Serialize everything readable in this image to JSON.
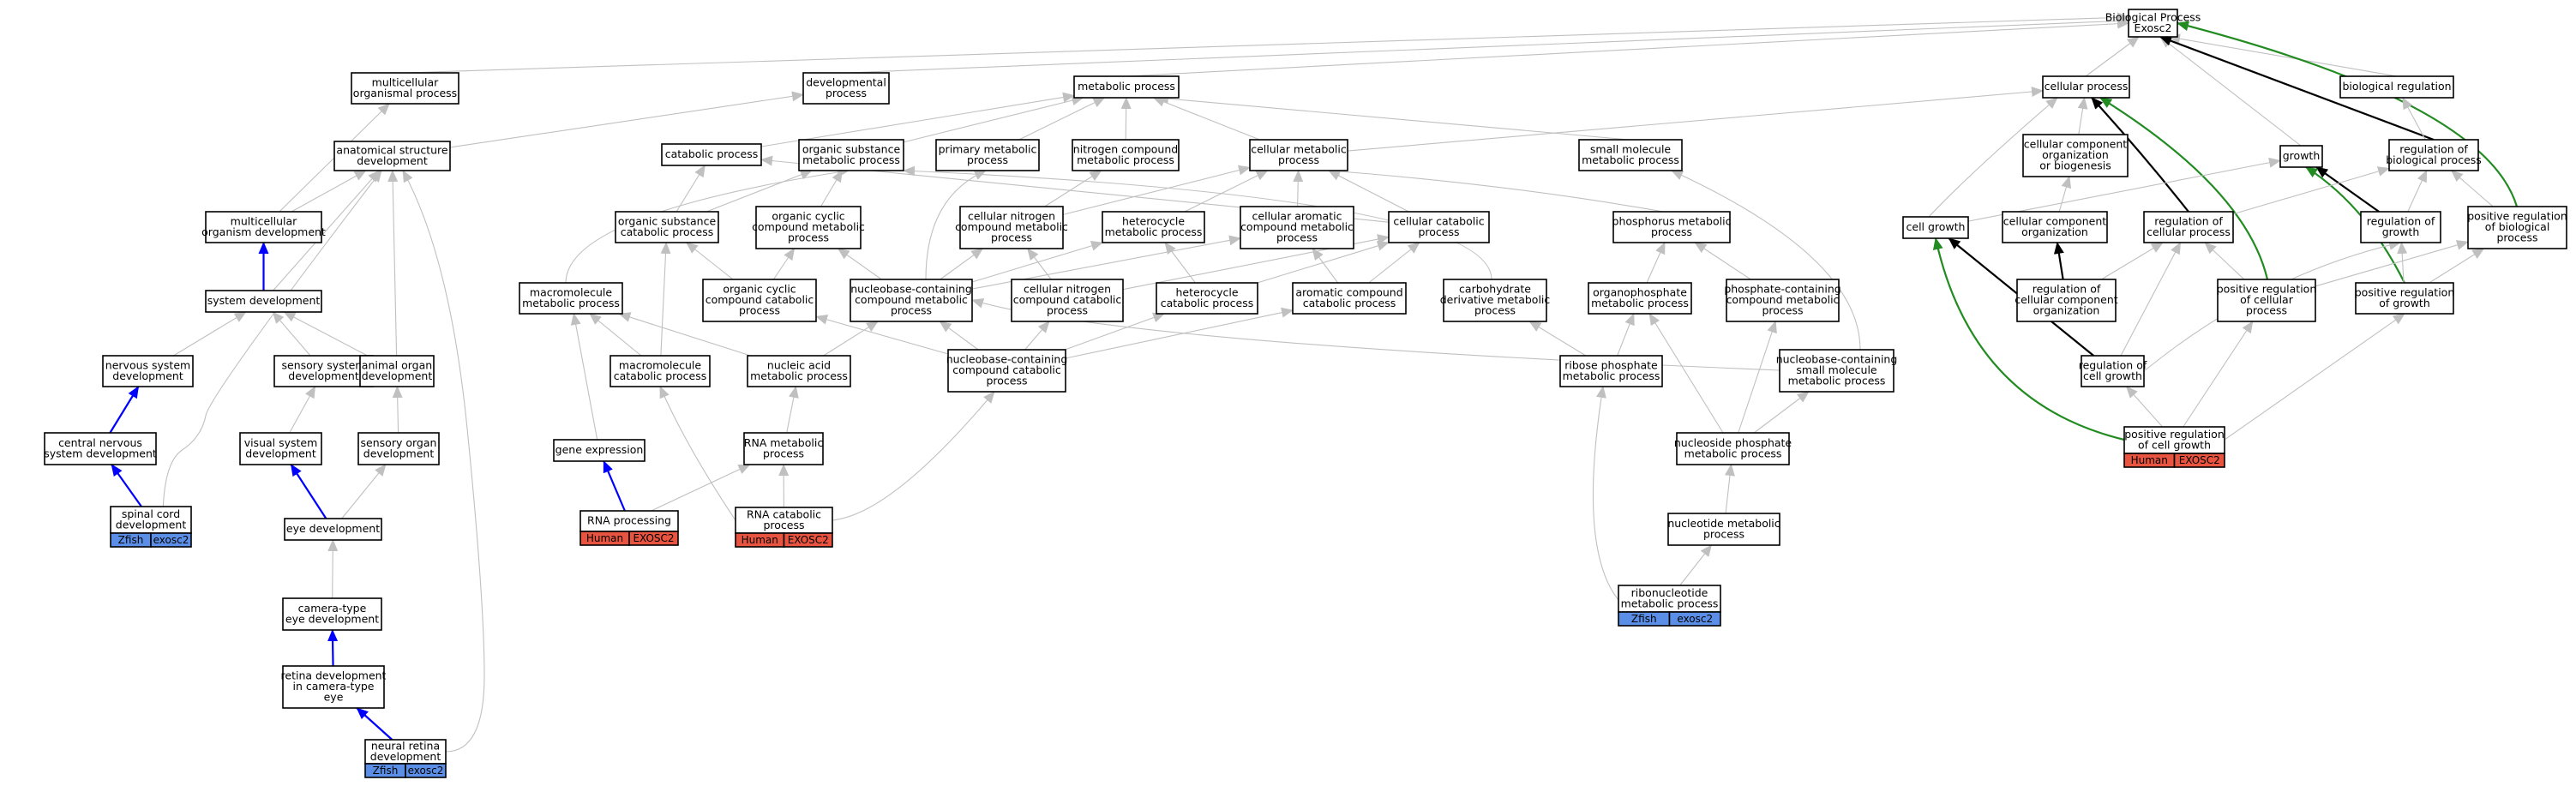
{
  "colors": {
    "edge_default": "#c0c0c0",
    "edge_blue": "#0000ff",
    "edge_black": "#000000",
    "edge_green": "#228b22",
    "badge_human": "#e8543f",
    "badge_zfish": "#5b8ee6"
  },
  "nodes": [
    {
      "id": "bp",
      "lines": [
        "Biological Process",
        "Exosc2"
      ]
    },
    {
      "id": "multicell",
      "lines": [
        "multicellular",
        "organismal process"
      ]
    },
    {
      "id": "devproc",
      "lines": [
        "developmental",
        "process"
      ]
    },
    {
      "id": "metproc",
      "lines": [
        "metabolic process"
      ]
    },
    {
      "id": "cellproc",
      "lines": [
        "cellular process"
      ]
    },
    {
      "id": "bioreg",
      "lines": [
        "biological regulation"
      ]
    },
    {
      "id": "anatdev",
      "lines": [
        "anatomical structure",
        "development"
      ]
    },
    {
      "id": "catab",
      "lines": [
        "catabolic process"
      ]
    },
    {
      "id": "orgsubmet",
      "lines": [
        "organic substance",
        "metabolic process"
      ]
    },
    {
      "id": "primmet",
      "lines": [
        "primary metabolic",
        "process"
      ]
    },
    {
      "id": "nitromet",
      "lines": [
        "nitrogen compound",
        "metabolic process"
      ]
    },
    {
      "id": "cellmet",
      "lines": [
        "cellular metabolic",
        "process"
      ]
    },
    {
      "id": "smallmol",
      "lines": [
        "small molecule",
        "metabolic process"
      ]
    },
    {
      "id": "ccorg",
      "lines": [
        "cellular component",
        "organization",
        "or biogenesis"
      ]
    },
    {
      "id": "growth",
      "lines": [
        "growth"
      ]
    },
    {
      "id": "regbio",
      "lines": [
        "regulation of",
        "biological process"
      ]
    },
    {
      "id": "multidev",
      "lines": [
        "multicellular",
        "organism development"
      ]
    },
    {
      "id": "orgsubcat",
      "lines": [
        "organic substance",
        "catabolic process"
      ]
    },
    {
      "id": "orgcyc",
      "lines": [
        "organic cyclic",
        "compound metabolic",
        "process"
      ]
    },
    {
      "id": "cellnitro",
      "lines": [
        "cellular nitrogen",
        "compound metabolic",
        "process"
      ]
    },
    {
      "id": "hetero",
      "lines": [
        "heterocycle",
        "metabolic process"
      ]
    },
    {
      "id": "cellarom",
      "lines": [
        "cellular aromatic",
        "compound metabolic",
        "process"
      ]
    },
    {
      "id": "cellcat",
      "lines": [
        "cellular catabolic",
        "process"
      ]
    },
    {
      "id": "phosmet",
      "lines": [
        "phosphorus metabolic",
        "process"
      ]
    },
    {
      "id": "cellgrowth",
      "lines": [
        "cell growth"
      ]
    },
    {
      "id": "ccorg2",
      "lines": [
        "cellular component",
        "organization"
      ]
    },
    {
      "id": "regcell",
      "lines": [
        "regulation of",
        "cellular process"
      ]
    },
    {
      "id": "reggrowth",
      "lines": [
        "regulation of",
        "growth"
      ]
    },
    {
      "id": "posregbio",
      "lines": [
        "positive regulation",
        "of biological",
        "process"
      ]
    },
    {
      "id": "sysdev",
      "lines": [
        "system development"
      ]
    },
    {
      "id": "macromet",
      "lines": [
        "macromolecule",
        "metabolic process"
      ]
    },
    {
      "id": "orgcyccat",
      "lines": [
        "organic cyclic",
        "compound catabolic",
        "process"
      ]
    },
    {
      "id": "nucbasemet",
      "lines": [
        "nucleobase-containing",
        "compound metabolic",
        "process"
      ]
    },
    {
      "id": "cellnitrocat",
      "lines": [
        "cellular nitrogen",
        "compound catabolic",
        "process"
      ]
    },
    {
      "id": "heterocat",
      "lines": [
        "heterocycle",
        "catabolic process"
      ]
    },
    {
      "id": "aromcat",
      "lines": [
        "aromatic compound",
        "catabolic process"
      ]
    },
    {
      "id": "carbo",
      "lines": [
        "carbohydrate",
        "derivative metabolic",
        "process"
      ]
    },
    {
      "id": "organophos",
      "lines": [
        "organophosphate",
        "metabolic process"
      ]
    },
    {
      "id": "phoscont",
      "lines": [
        "phosphate-containing",
        "compound metabolic",
        "process"
      ]
    },
    {
      "id": "regccorg",
      "lines": [
        "regulation of",
        "cellular component",
        "organization"
      ]
    },
    {
      "id": "posregcell",
      "lines": [
        "positive regulation",
        "of cellular",
        "process"
      ]
    },
    {
      "id": "posreggrowth",
      "lines": [
        "positive regulation",
        "of growth"
      ]
    },
    {
      "id": "nervdev",
      "lines": [
        "nervous system",
        "development"
      ]
    },
    {
      "id": "sensdev",
      "lines": [
        "sensory system",
        "development"
      ]
    },
    {
      "id": "animorg",
      "lines": [
        "animal organ",
        "development"
      ]
    },
    {
      "id": "macrocat",
      "lines": [
        "macromolecule",
        "catabolic process"
      ]
    },
    {
      "id": "nucacid",
      "lines": [
        "nucleic acid",
        "metabolic process"
      ]
    },
    {
      "id": "nucbasecat",
      "lines": [
        "nucleobase-containing",
        "compound catabolic",
        "process"
      ]
    },
    {
      "id": "ribosephos",
      "lines": [
        "ribose phosphate",
        "metabolic process"
      ]
    },
    {
      "id": "nucbasesmall",
      "lines": [
        "nucleobase-containing",
        "small molecule",
        "metabolic process"
      ]
    },
    {
      "id": "regcellgrowth",
      "lines": [
        "regulation of",
        "cell growth"
      ]
    },
    {
      "id": "cns",
      "lines": [
        "central nervous",
        "system development"
      ]
    },
    {
      "id": "visdev",
      "lines": [
        "visual system",
        "development"
      ]
    },
    {
      "id": "sensorg",
      "lines": [
        "sensory organ",
        "development"
      ]
    },
    {
      "id": "geneexp",
      "lines": [
        "gene expression"
      ]
    },
    {
      "id": "rnamet",
      "lines": [
        "RNA metabolic",
        "process"
      ]
    },
    {
      "id": "nucleoside",
      "lines": [
        "nucleoside phosphate",
        "metabolic process"
      ]
    },
    {
      "id": "posregcellgrowth",
      "lines": [
        "positive regulation",
        "of cell growth"
      ],
      "badge": [
        "Human",
        "EXOSC2"
      ],
      "species": "human"
    },
    {
      "id": "eyedev",
      "lines": [
        "eye development"
      ]
    },
    {
      "id": "rnaproc",
      "lines": [
        "RNA processing"
      ],
      "badge": [
        "Human",
        "EXOSC2"
      ],
      "species": "human"
    },
    {
      "id": "rnacat",
      "lines": [
        "RNA catabolic",
        "process"
      ],
      "badge": [
        "Human",
        "EXOSC2"
      ],
      "species": "human"
    },
    {
      "id": "spinal",
      "lines": [
        "spinal cord",
        "development"
      ],
      "badge": [
        "Zfish",
        "exosc2"
      ],
      "species": "zfish"
    },
    {
      "id": "nucleotide",
      "lines": [
        "nucleotide metabolic",
        "process"
      ]
    },
    {
      "id": "ribonuc",
      "lines": [
        "ribonucleotide",
        "metabolic process"
      ],
      "badge": [
        "Zfish",
        "exosc2"
      ],
      "species": "zfish"
    },
    {
      "id": "camera",
      "lines": [
        "camera-type",
        "eye development"
      ]
    },
    {
      "id": "retina",
      "lines": [
        "retina development",
        "in camera-type",
        "eye"
      ]
    },
    {
      "id": "neural",
      "lines": [
        "neural retina",
        "development"
      ],
      "badge": [
        "Zfish",
        "exosc2"
      ],
      "species": "zfish"
    }
  ],
  "edges": [
    {
      "from": "multicell",
      "to": "bp"
    },
    {
      "from": "devproc",
      "to": "bp"
    },
    {
      "from": "metproc",
      "to": "bp"
    },
    {
      "from": "cellproc",
      "to": "bp"
    },
    {
      "from": "bioreg",
      "to": "bp"
    },
    {
      "from": "growth",
      "to": "bp"
    },
    {
      "from": "regbio",
      "to": "bp",
      "style": "black"
    },
    {
      "from": "posregbio",
      "to": "bp",
      "style": "green"
    },
    {
      "from": "anatdev",
      "to": "devproc"
    },
    {
      "from": "catab",
      "to": "metproc"
    },
    {
      "from": "orgsubmet",
      "to": "metproc"
    },
    {
      "from": "primmet",
      "to": "metproc"
    },
    {
      "from": "nitromet",
      "to": "metproc"
    },
    {
      "from": "cellmet",
      "to": "metproc"
    },
    {
      "from": "smallmol",
      "to": "metproc"
    },
    {
      "from": "cellmet",
      "to": "cellproc"
    },
    {
      "from": "ccorg",
      "to": "cellproc"
    },
    {
      "from": "cellgrowth",
      "to": "cellproc"
    },
    {
      "from": "regcell",
      "to": "cellproc",
      "style": "black"
    },
    {
      "from": "posregcell",
      "to": "cellproc",
      "style": "green"
    },
    {
      "from": "regbio",
      "to": "bioreg"
    },
    {
      "from": "cellgrowth",
      "to": "growth"
    },
    {
      "from": "reggrowth",
      "to": "growth",
      "style": "black"
    },
    {
      "from": "posreggrowth",
      "to": "growth",
      "style": "green"
    },
    {
      "from": "regcell",
      "to": "regbio"
    },
    {
      "from": "reggrowth",
      "to": "regbio"
    },
    {
      "from": "posregbio",
      "to": "regbio"
    },
    {
      "from": "multidev",
      "to": "multicell"
    },
    {
      "from": "multidev",
      "to": "anatdev"
    },
    {
      "from": "sysdev",
      "to": "anatdev"
    },
    {
      "from": "animorg",
      "to": "anatdev"
    },
    {
      "from": "neural",
      "to": "anatdev"
    },
    {
      "from": "spinal",
      "to": "anatdev"
    },
    {
      "from": "sysdev",
      "to": "multidev",
      "style": "blue"
    },
    {
      "from": "orgsubcat",
      "to": "catab"
    },
    {
      "from": "orgsubcat",
      "to": "orgsubmet"
    },
    {
      "from": "orgcyc",
      "to": "orgsubmet"
    },
    {
      "from": "macromet",
      "to": "orgsubmet"
    },
    {
      "from": "cellnitro",
      "to": "nitromet"
    },
    {
      "from": "cellnitro",
      "to": "cellmet"
    },
    {
      "from": "hetero",
      "to": "cellmet"
    },
    {
      "from": "cellarom",
      "to": "cellmet"
    },
    {
      "from": "cellcat",
      "to": "cellmet"
    },
    {
      "from": "cellcat",
      "to": "catab"
    },
    {
      "from": "phosmet",
      "to": "cellmet"
    },
    {
      "from": "nucbasemet",
      "to": "primmet"
    },
    {
      "from": "carbo",
      "to": "orgsubmet"
    },
    {
      "from": "nucbasesmall",
      "to": "smallmol"
    },
    {
      "from": "orgcyccat",
      "to": "orgcyc"
    },
    {
      "from": "orgcyccat",
      "to": "orgsubcat"
    },
    {
      "from": "nucbasemet",
      "to": "orgcyc"
    },
    {
      "from": "nucbasemet",
      "to": "cellnitro"
    },
    {
      "from": "nucbasemet",
      "to": "hetero"
    },
    {
      "from": "nucbasemet",
      "to": "cellarom"
    },
    {
      "from": "cellnitrocat",
      "to": "cellnitro"
    },
    {
      "from": "cellnitrocat",
      "to": "cellcat"
    },
    {
      "from": "heterocat",
      "to": "hetero"
    },
    {
      "from": "heterocat",
      "to": "cellcat"
    },
    {
      "from": "aromcat",
      "to": "cellarom"
    },
    {
      "from": "aromcat",
      "to": "cellcat"
    },
    {
      "from": "organophos",
      "to": "phosmet"
    },
    {
      "from": "phoscont",
      "to": "phosmet"
    },
    {
      "from": "macrocat",
      "to": "macromet"
    },
    {
      "from": "macrocat",
      "to": "orgsubcat"
    },
    {
      "from": "nucacid",
      "to": "nucbasemet"
    },
    {
      "from": "nucacid",
      "to": "macromet"
    },
    {
      "from": "nucbasecat",
      "to": "nucbasemet"
    },
    {
      "from": "nucbasecat",
      "to": "orgcyccat"
    },
    {
      "from": "nucbasecat",
      "to": "cellnitrocat"
    },
    {
      "from": "nucbasecat",
      "to": "heterocat"
    },
    {
      "from": "nucbasecat",
      "to": "aromcat"
    },
    {
      "from": "ribosephos",
      "to": "organophos"
    },
    {
      "from": "ribosephos",
      "to": "carbo"
    },
    {
      "from": "nucbasesmall",
      "to": "nucbasemet"
    },
    {
      "from": "geneexp",
      "to": "macromet"
    },
    {
      "from": "rnamet",
      "to": "nucacid"
    },
    {
      "from": "rnaproc",
      "to": "geneexp",
      "style": "blue"
    },
    {
      "from": "rnaproc",
      "to": "rnamet"
    },
    {
      "from": "rnacat",
      "to": "rnamet"
    },
    {
      "from": "rnacat",
      "to": "nucbasecat"
    },
    {
      "from": "rnacat",
      "to": "macrocat"
    },
    {
      "from": "nucleoside",
      "to": "organophos"
    },
    {
      "from": "nucleoside",
      "to": "phoscont"
    },
    {
      "from": "nucleoside",
      "to": "nucbasesmall"
    },
    {
      "from": "nucleotide",
      "to": "nucleoside"
    },
    {
      "from": "ribonuc",
      "to": "nucleotide"
    },
    {
      "from": "ribonuc",
      "to": "ribosephos"
    },
    {
      "from": "regccorg",
      "to": "ccorg2",
      "style": "black"
    },
    {
      "from": "ccorg2",
      "to": "ccorg"
    },
    {
      "from": "regccorg",
      "to": "regcell"
    },
    {
      "from": "regcellgrowth",
      "to": "cellgrowth",
      "style": "black"
    },
    {
      "from": "regcellgrowth",
      "to": "regcell"
    },
    {
      "from": "regcellgrowth",
      "to": "reggrowth"
    },
    {
      "from": "posregcell",
      "to": "regcell"
    },
    {
      "from": "posregcell",
      "to": "posregbio"
    },
    {
      "from": "posreggrowth",
      "to": "reggrowth"
    },
    {
      "from": "posreggrowth",
      "to": "posregbio"
    },
    {
      "from": "posregcellgrowth",
      "to": "regcellgrowth"
    },
    {
      "from": "posregcellgrowth",
      "to": "posregcell"
    },
    {
      "from": "posregcellgrowth",
      "to": "posreggrowth"
    },
    {
      "from": "posregcellgrowth",
      "to": "cellgrowth",
      "style": "green"
    },
    {
      "from": "nervdev",
      "to": "sysdev"
    },
    {
      "from": "sensdev",
      "to": "sysdev"
    },
    {
      "from": "animorg",
      "to": "sysdev"
    },
    {
      "from": "cns",
      "to": "nervdev",
      "style": "blue"
    },
    {
      "from": "visdev",
      "to": "sensdev"
    },
    {
      "from": "sensorg",
      "to": "animorg"
    },
    {
      "from": "spinal",
      "to": "cns",
      "style": "blue"
    },
    {
      "from": "eyedev",
      "to": "visdev",
      "style": "blue"
    },
    {
      "from": "eyedev",
      "to": "sensorg"
    },
    {
      "from": "camera",
      "to": "eyedev"
    },
    {
      "from": "retina",
      "to": "camera",
      "style": "blue"
    },
    {
      "from": "neural",
      "to": "retina",
      "style": "blue"
    }
  ]
}
